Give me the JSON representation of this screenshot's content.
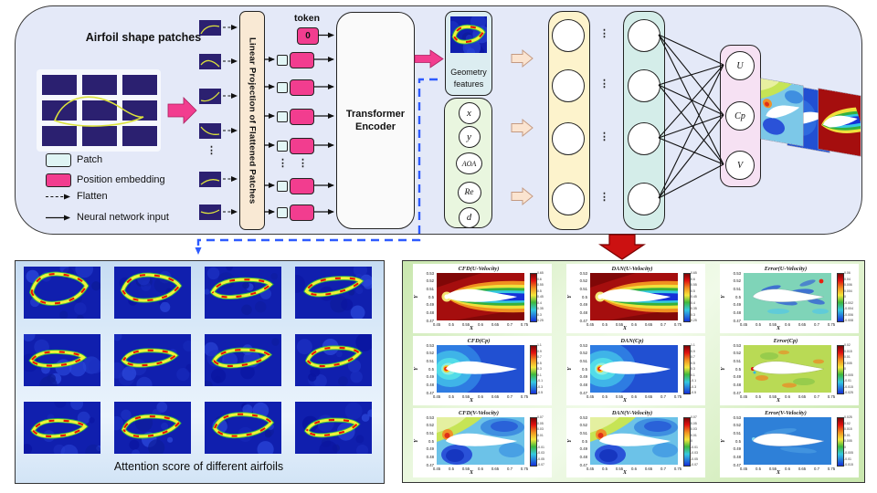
{
  "architecture": {
    "patches_label": "Airfoil shape patches",
    "legend": {
      "patch": "Patch",
      "position_embedding": "Position embedding",
      "flatten": "Flatten",
      "nn_input": "Neural network input"
    },
    "linear_projection": "Linear Projection of Flattened Patches",
    "token_label": "token",
    "token_value": "0",
    "encoder_label": "Transformer Encoder",
    "geometry_line1": "Geometry",
    "geometry_line2": "features",
    "inputs": [
      "x",
      "y",
      "AOA",
      "Re",
      "d"
    ],
    "outputs": [
      "U",
      "Cp",
      "V"
    ]
  },
  "attention_panel": {
    "caption": "Attention score of different airfoils",
    "rows": 3,
    "cols": 4
  },
  "results_panel": {
    "xlabel": "X",
    "ylabel": "Y",
    "xticks": [
      "0.45",
      "0.5",
      "0.55",
      "0.6",
      "0.65",
      "0.7",
      "0.75"
    ],
    "yticks": [
      "0.53",
      "0.52",
      "0.51",
      "0.5",
      "0.49",
      "0.48",
      "0.47"
    ],
    "plots": [
      {
        "title": "CFD(U-Velocity)",
        "type": "u",
        "cbar": [
          "0.65",
          "0.6",
          "0.55",
          "0.5",
          "0.45",
          "0.4",
          "0.35",
          "0.3",
          "0.25"
        ]
      },
      {
        "title": "DAN(U-Velocity)",
        "type": "u",
        "cbar": [
          "0.65",
          "0.6",
          "0.55",
          "0.5",
          "0.45",
          "0.4",
          "0.35",
          "0.3",
          "0.25"
        ]
      },
      {
        "title": "Error(U-Velocity)",
        "type": "eu",
        "cbar": [
          "0.06",
          "0.04",
          "0.006",
          "0.004",
          "0",
          "-0.002",
          "-0.004",
          "-0.006",
          "-0.008"
        ]
      },
      {
        "title": "CFD(Cp)",
        "type": "cp",
        "cbar": [
          "1.1",
          "0.9",
          "0.7",
          "0.5",
          "0.3",
          "0.1",
          "-0.1",
          "-0.3",
          "-0.5"
        ]
      },
      {
        "title": "DAN(Cp)",
        "type": "cp",
        "cbar": [
          "1.1",
          "0.9",
          "0.7",
          "0.5",
          "0.3",
          "0.1",
          "-0.1",
          "-0.3",
          "-0.5"
        ]
      },
      {
        "title": "Error(Cp)",
        "type": "ecp",
        "cbar": [
          "0.02",
          "0.015",
          "0.01",
          "0.005",
          "0",
          "-0.005",
          "-0.01",
          "-0.015",
          "-0.025"
        ]
      },
      {
        "title": "CFD(V-Velocity)",
        "type": "v",
        "cbar": [
          "0.07",
          "0.05",
          "0.03",
          "0.01",
          "0",
          "-0.01",
          "-0.03",
          "-0.05",
          "-0.07"
        ]
      },
      {
        "title": "DAN(V-Velocity)",
        "type": "v",
        "cbar": [
          "0.07",
          "0.05",
          "0.03",
          "0.01",
          "0",
          "-0.01",
          "-0.03",
          "-0.05",
          "-0.07"
        ]
      },
      {
        "title": "Error(V-Velocity)",
        "type": "ev",
        "cbar": [
          "0.025",
          "0.02",
          "0.015",
          "0.01",
          "0.005",
          "0",
          "-0.005",
          "-0.01",
          "-0.015"
        ]
      }
    ]
  },
  "colors": {
    "accent_pink": "#f23d8f",
    "patch_navy": "#2b2070",
    "dashed_blue": "#2e5bff",
    "arrow_red": "#cc1111",
    "panel_lavender": "#e4e9f8"
  }
}
